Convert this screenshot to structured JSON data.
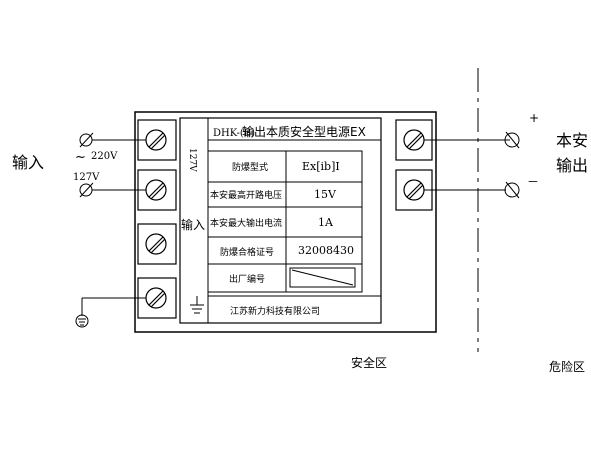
{
  "left_side": {
    "input_label": "输入",
    "v220": "220V",
    "v127": "127V",
    "ac_symbol": "~"
  },
  "device": {
    "side_voltage": "127V",
    "side_input": "输入",
    "title_prefix": "DHK-(B)",
    "title_main": "输出本质安全型电源EX",
    "rows": [
      {
        "label": "防爆型式",
        "value": "Ex[ib]I"
      },
      {
        "label": "本安最高开路电压",
        "value": "15V"
      },
      {
        "label": "本安最大输出电流",
        "value": "1A"
      },
      {
        "label": "防爆合格证号",
        "value": "32008430"
      },
      {
        "label": "出厂编号",
        "value": ""
      }
    ],
    "manufacturer": "江苏新力科技有限公司"
  },
  "right_side": {
    "plus": "+",
    "minus": "－",
    "output_label_1": "本安",
    "output_label_2": "输出"
  },
  "zones": {
    "safe": "安全区",
    "hazard": "危险区"
  }
}
